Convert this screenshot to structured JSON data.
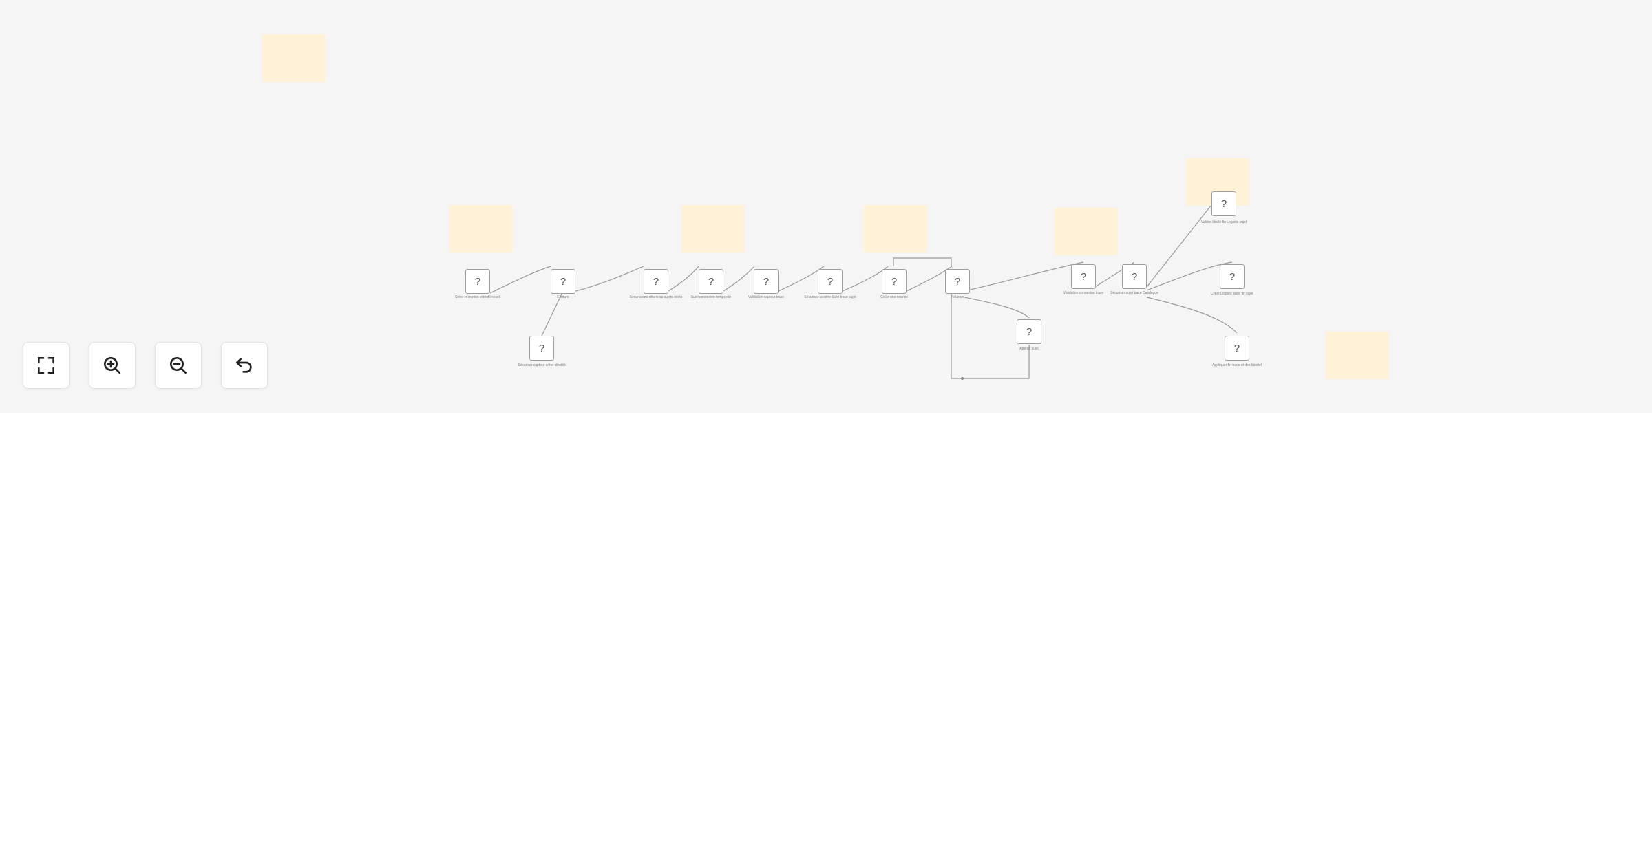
{
  "nodes": [
    {
      "id": "n1",
      "symbol": "?",
      "label": "Créer réception vidéoflt excell"
    },
    {
      "id": "n2",
      "symbol": "?",
      "label": "Ecriture"
    },
    {
      "id": "n3",
      "symbol": "?",
      "label": "Sécuriser capteur créer identité"
    },
    {
      "id": "n4",
      "symbol": "?",
      "label": "Sécuriseurs sillons au sujets écrits"
    },
    {
      "id": "n5",
      "symbol": "?",
      "label": "Suivi connexion temps sûr"
    },
    {
      "id": "n6",
      "symbol": "?",
      "label": "Validation capteur trace"
    },
    {
      "id": "n7",
      "symbol": "?",
      "label": "Sécuriser la série Suivi trace sujet"
    },
    {
      "id": "n8",
      "symbol": "?",
      "label": "Créer une relance"
    },
    {
      "id": "n9",
      "symbol": "?",
      "label": "Relance"
    },
    {
      "id": "n10",
      "symbol": "?",
      "label": "Attente suivi"
    },
    {
      "id": "n11",
      "symbol": "?",
      "label": "Validation connexion trace"
    },
    {
      "id": "n12",
      "symbol": "?",
      "label": "Sécuriser sujet trace Catalogue"
    },
    {
      "id": "n13",
      "symbol": "?",
      "label": "Valider libellé fin Logistic sujet"
    },
    {
      "id": "n14",
      "symbol": "?",
      "label": "Créer Logistic suite fin sujet"
    },
    {
      "id": "n15",
      "symbol": "?",
      "label": "Appliquer fin trace et des tutoriel"
    }
  ],
  "controls": {
    "fit_view": {
      "icon": "fullscreen-icon",
      "label": "Fit view"
    },
    "zoom_in": {
      "icon": "zoom-in-icon",
      "label": "Zoom in"
    },
    "zoom_out": {
      "icon": "zoom-out-icon",
      "label": "Zoom out"
    },
    "undo": {
      "icon": "undo-icon",
      "label": "Undo"
    }
  },
  "colors": {
    "canvas": "#f5f5f5",
    "sticky_note": "#fff2d6",
    "node_border": "#9e9e9e",
    "edge": "#9a9a9a"
  }
}
